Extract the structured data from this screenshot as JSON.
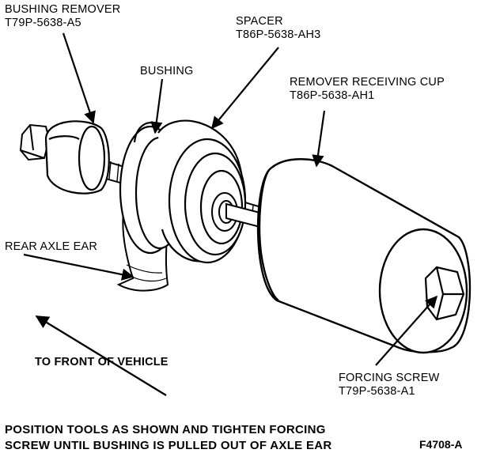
{
  "labels": {
    "bushing_remover": {
      "line1": "BUSHING REMOVER",
      "line2": "T79P-5638-A5"
    },
    "spacer": {
      "line1": "SPACER",
      "line2": "T86P-5638-AH3"
    },
    "bushing": {
      "line1": "BUSHING"
    },
    "remover_receiving_cup": {
      "line1": "REMOVER RECEIVING CUP",
      "line2": "T86P-5638-AH1"
    },
    "rear_axle_ear": {
      "line1": "REAR AXLE EAR"
    },
    "to_front_of_vehicle": {
      "line1": "TO FRONT OF VEHICLE"
    },
    "forcing_screw": {
      "line1": "FORCING SCREW",
      "line2": "T79P-5638-A1"
    }
  },
  "caption": {
    "line1": "POSITION TOOLS AS SHOWN AND TIGHTEN FORCING",
    "line2": "SCREW UNTIL BUSHING IS PULLED OUT OF AXLE EAR"
  },
  "figure_number": "F4708-A"
}
